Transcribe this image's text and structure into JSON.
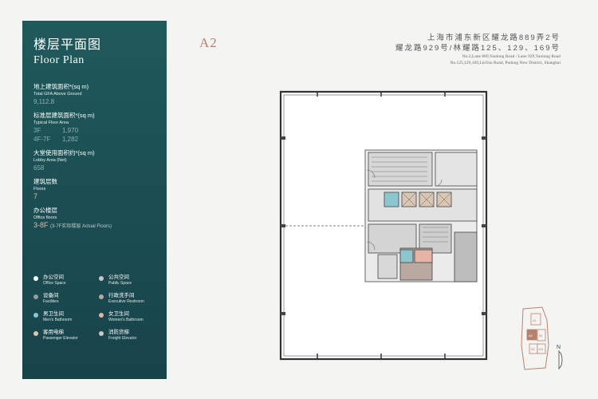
{
  "panel": {
    "title_zh": "楼层平面图",
    "title_en": "Floor Plan",
    "stats": [
      {
        "label_zh": "地上建筑面积*(sq m)",
        "label_en": "Total GFA Above Ground",
        "value": "9,112.8"
      },
      {
        "label_zh": "标准层建筑面积*(sq m)",
        "label_en": "Typical Floor Area",
        "rows": [
          {
            "k": "3F",
            "v": "1,970"
          },
          {
            "k": "4F-7F",
            "v": "1,282"
          }
        ]
      },
      {
        "label_zh": "大堂使用面积约*(sq m)",
        "label_en": "Lobby Area (Net)",
        "value": "658"
      },
      {
        "label_zh": "建筑层数",
        "label_en": "Floors",
        "value": "7"
      },
      {
        "label_zh": "办公楼层",
        "label_en": "Office floors",
        "value": "3-8F",
        "value_note": "(3-7F实际楼层 Actual Floors)"
      }
    ],
    "legend": [
      {
        "zh": "办公空间",
        "en": "Office Space",
        "color": "#ffffff"
      },
      {
        "zh": "公共空间",
        "en": "Public Space",
        "color": "#c9c9c9"
      },
      {
        "zh": "设备间",
        "en": "Facilities",
        "color": "#9a9a9a"
      },
      {
        "zh": "行政洗手间",
        "en": "Executive Restroom",
        "color": "#b9a9a0"
      },
      {
        "zh": "男卫生间",
        "en": "Men's Bathroom",
        "color": "#8cc7cf"
      },
      {
        "zh": "女卫生间",
        "en": "Women's Bathroom",
        "color": "#e6b3a5"
      },
      {
        "zh": "客用电梯",
        "en": "Passenger Elevator",
        "color": "#d9c7b4"
      },
      {
        "zh": "消防货梯",
        "en": "Freight Elevator",
        "color": "#c8c8c8"
      }
    ]
  },
  "header": {
    "unit": "A2",
    "address_zh_1": "上海市浦东新区耀龙路889弄2号",
    "address_zh_2": "耀龙路929号/林耀路125、129、169号",
    "address_en_1": "No.2,Lane 889,Yaolong Road / Lane 929,Yaolong Road",
    "address_en_2": "No.125,129,169,LinYao Road, Pudong New District, Shanghai"
  },
  "sitemap": {
    "labels": [
      "A1",
      "A2",
      "B1",
      "B2",
      "B3"
    ],
    "north": "N"
  },
  "colors": {
    "panel": "#1f5a5b",
    "accent": "#b7826d"
  }
}
